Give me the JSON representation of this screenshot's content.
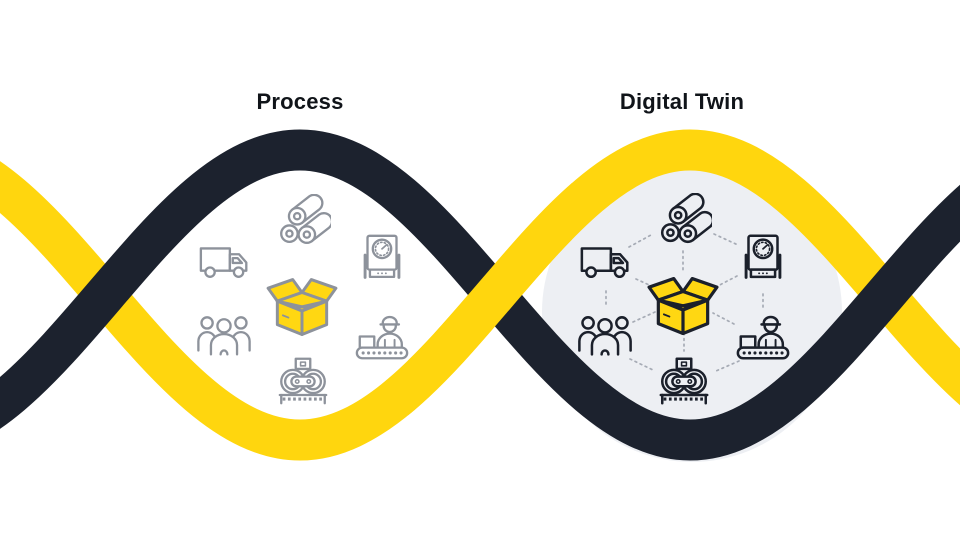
{
  "slide": {
    "panels": [
      {
        "id": "process",
        "title": "Process"
      },
      {
        "id": "digital_twin",
        "title": "Digital Twin"
      }
    ],
    "icons": [
      "raw-material-rolls",
      "delivery-truck",
      "gauge-machine",
      "team",
      "conveyor-worker",
      "chain-machine",
      "open-box"
    ]
  },
  "colors": {
    "page_bg": "#FFFFFF",
    "accent_yellow": "#FFD60E",
    "box_yellow": "#FFD712",
    "ribbon_dark": "#1C222E",
    "icon_gray": "#8D929B",
    "icon_dark": "#1B202B",
    "circle_bg": "#EDEFF3",
    "connector_gray": "#A6ABB5",
    "title_color": "#101419"
  }
}
